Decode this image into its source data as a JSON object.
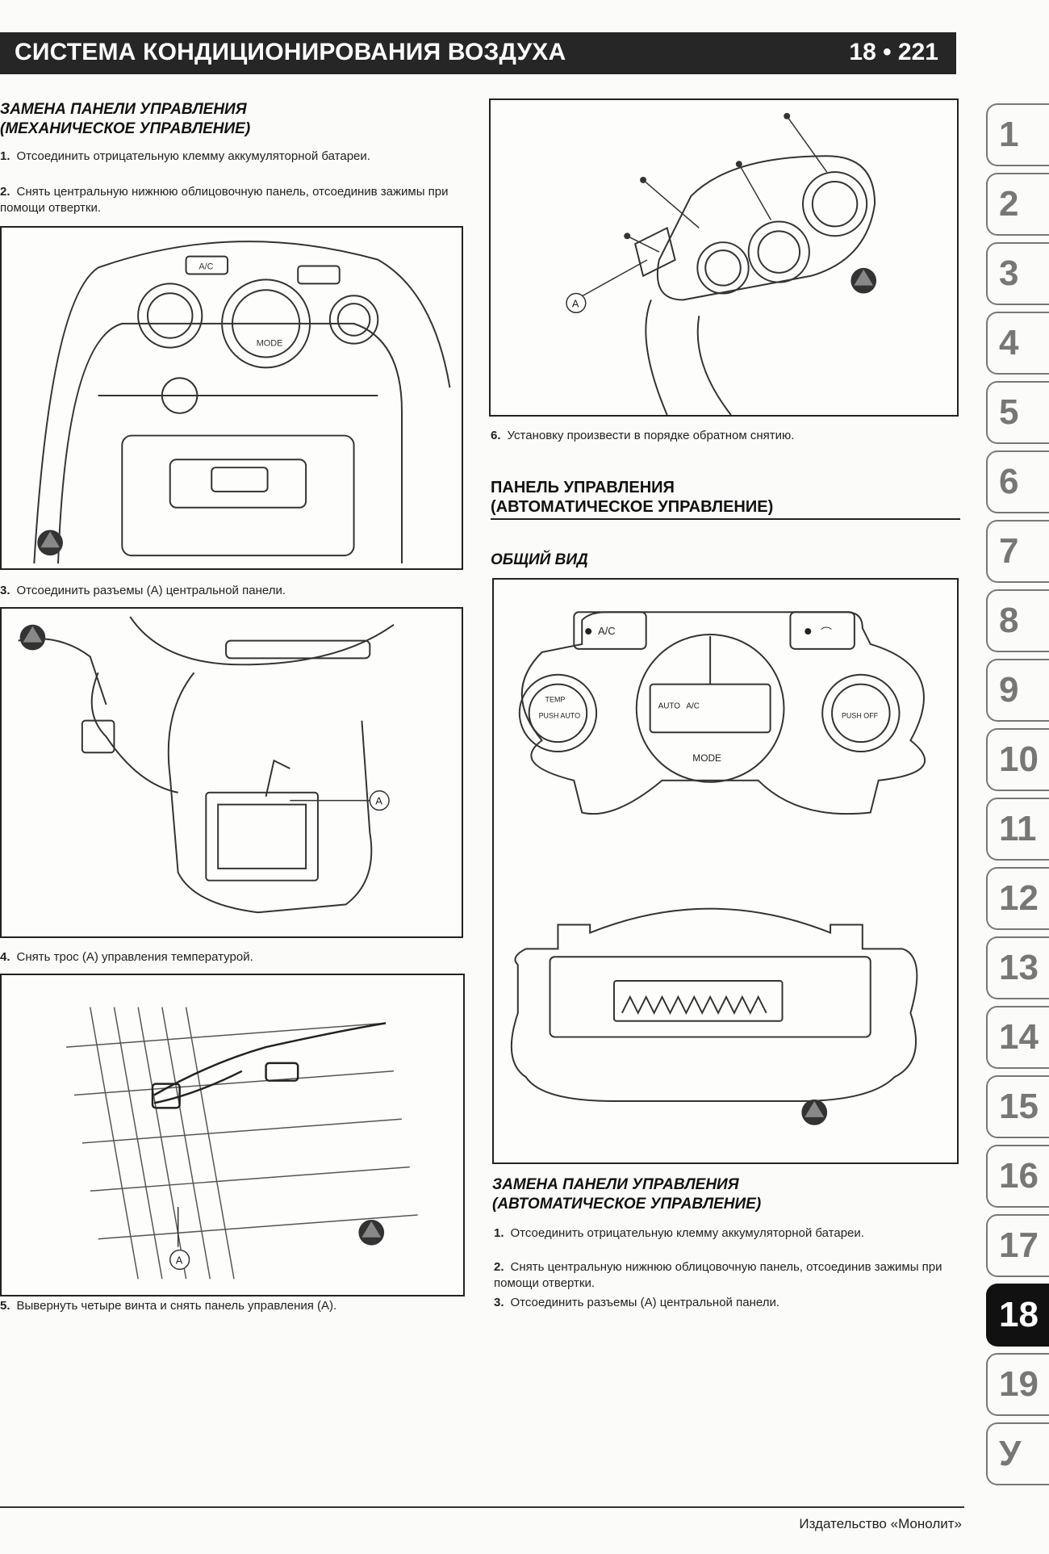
{
  "header": {
    "title": "СИСТЕМА КОНДИЦИОНИРОВАНИЯ ВОЗДУХА",
    "page": "18 • 221"
  },
  "left": {
    "section_title_line1": "ЗАМЕНА ПАНЕЛИ УПРАВЛЕНИЯ",
    "section_title_line2": "(МЕХАНИЧЕСКОЕ УПРАВЛЕНИЕ)",
    "steps": [
      {
        "num": "1.",
        "text": "Отсоединить отрицательную клемму аккумуляторной батареи."
      },
      {
        "num": "2.",
        "text": "Снять центральную нижнюю облицовочную панель, отсоединив зажимы при помощи отвертки."
      },
      {
        "num": "3.",
        "text": "Отсоединить разъемы (А) центральной панели."
      },
      {
        "num": "4.",
        "text": "Снять трос (А) управления температурой."
      },
      {
        "num": "5.",
        "text": "Вывернуть четыре винта и снять панель управления (А)."
      }
    ],
    "fig1_labels": {
      "ac": "A/C",
      "mode": "MODE"
    },
    "callout": "A"
  },
  "right": {
    "step6": {
      "num": "6.",
      "text": "Установку произвести в порядке обратном снятию."
    },
    "auto_title_line1": "ПАНЕЛЬ УПРАВЛЕНИЯ",
    "auto_title_line2": "(АВТОМАТИЧЕСКОЕ УПРАВЛЕНИЕ)",
    "general_view": "ОБЩИЙ ВИД",
    "panel_labels": {
      "ac": "A/C",
      "mode": "MODE",
      "temp": "TEMP",
      "push_auto": "PUSH AUTO",
      "push_off": "PUSH OFF",
      "auto": "AUTO",
      "lcd_ac": "A/C"
    },
    "replace_title_line1": "ЗАМЕНА ПАНЕЛИ УПРАВЛЕНИЯ",
    "replace_title_line2": "(АВТОМАТИЧЕСКОЕ УПРАВЛЕНИЕ)",
    "steps": [
      {
        "num": "1.",
        "text": "Отсоединить отрицательную клемму аккумуляторной батареи."
      },
      {
        "num": "2.",
        "text": "Снять центральную нижнюю облицовочную панель, отсоединив зажимы при помощи отвертки."
      },
      {
        "num": "3.",
        "text": "Отсоединить разъемы (А) центральной панели."
      }
    ],
    "callout": "A"
  },
  "tabs": [
    "1",
    "2",
    "3",
    "4",
    "5",
    "6",
    "7",
    "8",
    "9",
    "10",
    "11",
    "12",
    "13",
    "14",
    "15",
    "16",
    "17",
    "18",
    "19",
    "У"
  ],
  "active_tab": "18",
  "footer": "Издательство «Монолит»"
}
